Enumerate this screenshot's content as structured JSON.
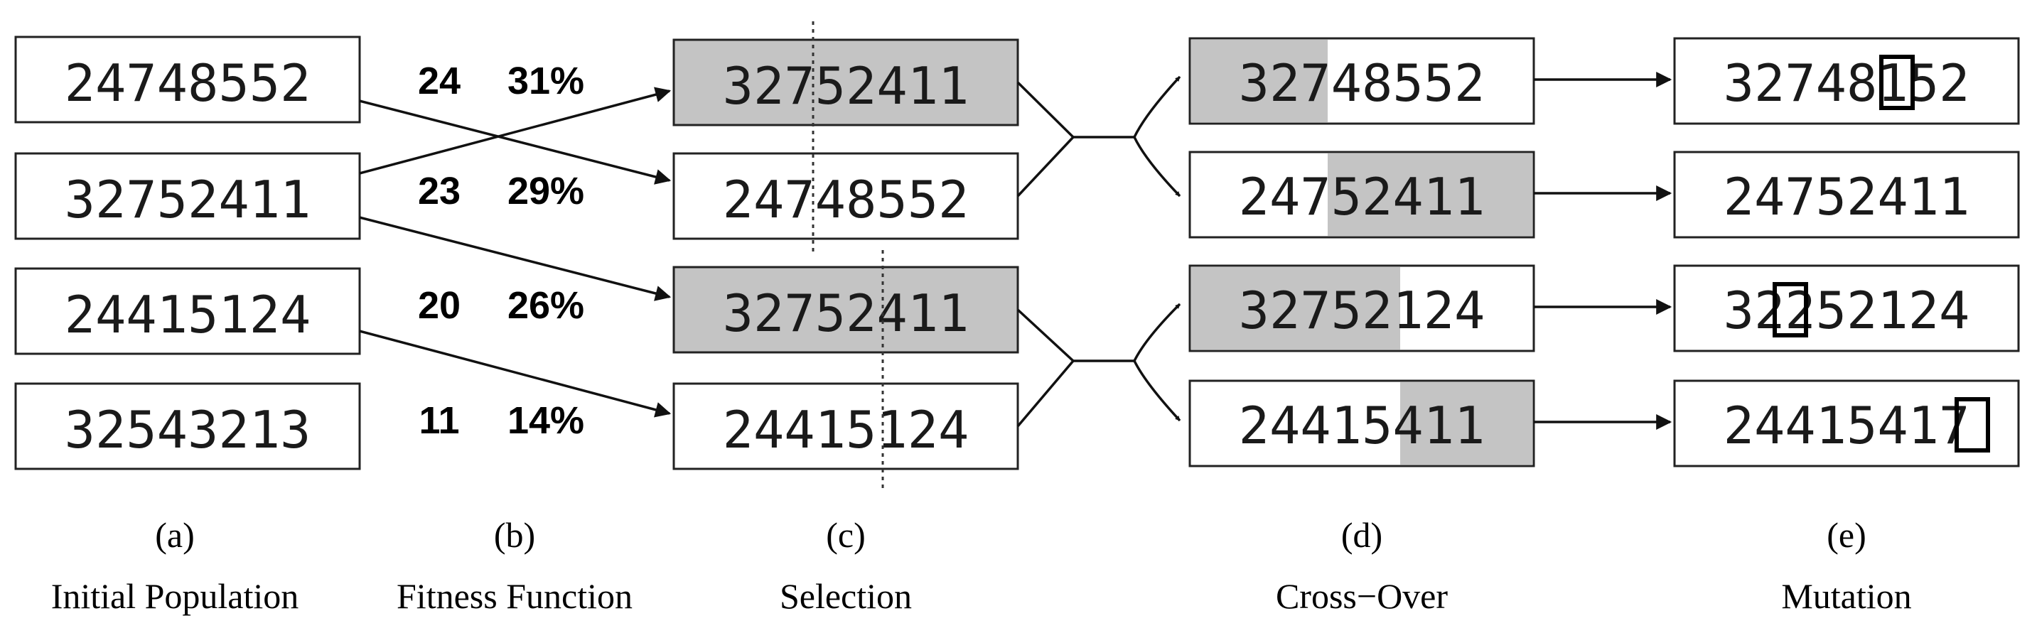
{
  "columns": {
    "initial_population": [
      "24748552",
      "32752411",
      "24415124",
      "32543213"
    ],
    "fitness": [
      {
        "score": "24",
        "percent": "31%"
      },
      {
        "score": "23",
        "percent": "29%"
      },
      {
        "score": "20",
        "percent": "26%"
      },
      {
        "score": "11",
        "percent": "14%"
      }
    ],
    "selection": [
      "32752411",
      "24748552",
      "32752411",
      "24415124"
    ],
    "crossover": [
      {
        "left": "327",
        "right": "48552"
      },
      {
        "left": "247",
        "right": "52411"
      },
      {
        "left": "32752",
        "right": "124"
      },
      {
        "left": "24415",
        "right": "411"
      }
    ],
    "mutation": [
      {
        "before": "32748",
        "mutated": "1",
        "after": "52"
      },
      {
        "before": "24752411",
        "mutated": "",
        "after": ""
      },
      {
        "before": "32",
        "mutated": "2",
        "after": "52124"
      },
      {
        "before": "2441541",
        "mutated": "7",
        "after": ""
      }
    ]
  },
  "captions": [
    {
      "letter": "(a)",
      "title": "Initial Population"
    },
    {
      "letter": "(b)",
      "title": "Fitness Function"
    },
    {
      "letter": "(c)",
      "title": "Selection"
    },
    {
      "letter": "(d)",
      "title": "Cross−Over"
    },
    {
      "letter": "(e)",
      "title": "Mutation"
    }
  ]
}
